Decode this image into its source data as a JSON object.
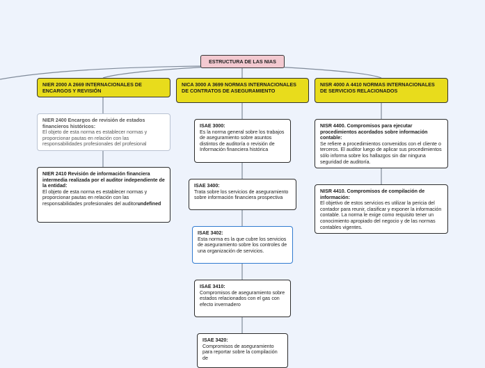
{
  "root": {
    "label": "ESTRUCTURA DE LAS NIAS"
  },
  "categories": [
    {
      "label": "NIER 2000 A 2669 INTERNACIONALES DE ENCARGOS Y REVISIÓN"
    },
    {
      "label": "NICA 3000 A 3699 NORMAS INTERNACIONALES DE CONTRATOS DE ASEGURAMIENTO"
    },
    {
      "label": "NISR 4000 A 4410 NORMAS INTERNACIONALES DE SERVICIOS RELACIONADOS"
    }
  ],
  "nier": [
    {
      "title": "NIER 2400 Encargos de revisión de estados financieros históricos:",
      "body": "El objeto de esta norma es establecer normas y proporcionar pautas en relación con las responsabilidades profesionales del profesional"
    },
    {
      "title": "NIER 2410 Revisión de información financiera intermedia realizada por el auditor independiente de la entidad:",
      "body": "El objeto de esta norma es establecer normas y proporcionar pautas en relación con las responsabilidades profesionales del auditor",
      "tail": "undefined"
    }
  ],
  "isae": [
    {
      "title": "ISAE 3000:",
      "body": "Es la norma general sobre los trabajos de aseguramiento sobre asuntos distintos de auditoría o revisión de Información financiera histórica"
    },
    {
      "title": "ISAE 3400:",
      "body": "Trata sobre los servicios de aseguramiento sobre información financiera prospectiva"
    },
    {
      "title": "ISAE 3402:",
      "body": "Esta norma es la que cubre los servicios de aseguramiento sobre los controles  de una organización de servicios."
    },
    {
      "title": "ISAE 3410:",
      "body": "Compromisos de aseguramiento sobre estados relacionados con el gas con efecto invernadero"
    },
    {
      "title": "ISAE 3420:",
      "body": "Compromisos de aseguramiento para reportar sobre la compilación de"
    }
  ],
  "nisr": [
    {
      "title": "NISR 4400. Compromisos para ejecutar procedimientos acordados sobre información contable:",
      "body": "Se refiere a procedimientos convenidos con el cliente o terceros. El auditor luego de aplicar sus procedimientos sólo informa sobre los hallazgos sin dar ninguna seguridad de auditoría."
    },
    {
      "title": "NISR 4410. Compromisos de compilación de información:",
      "body": "El objetivo de estos servicios es utilizar la pericia del contador para reunir, clasificar y exponer la información contable. La norma le exige como requisito tener un conocimiento apropiado del negocio y de las normas contables vigentes."
    }
  ]
}
